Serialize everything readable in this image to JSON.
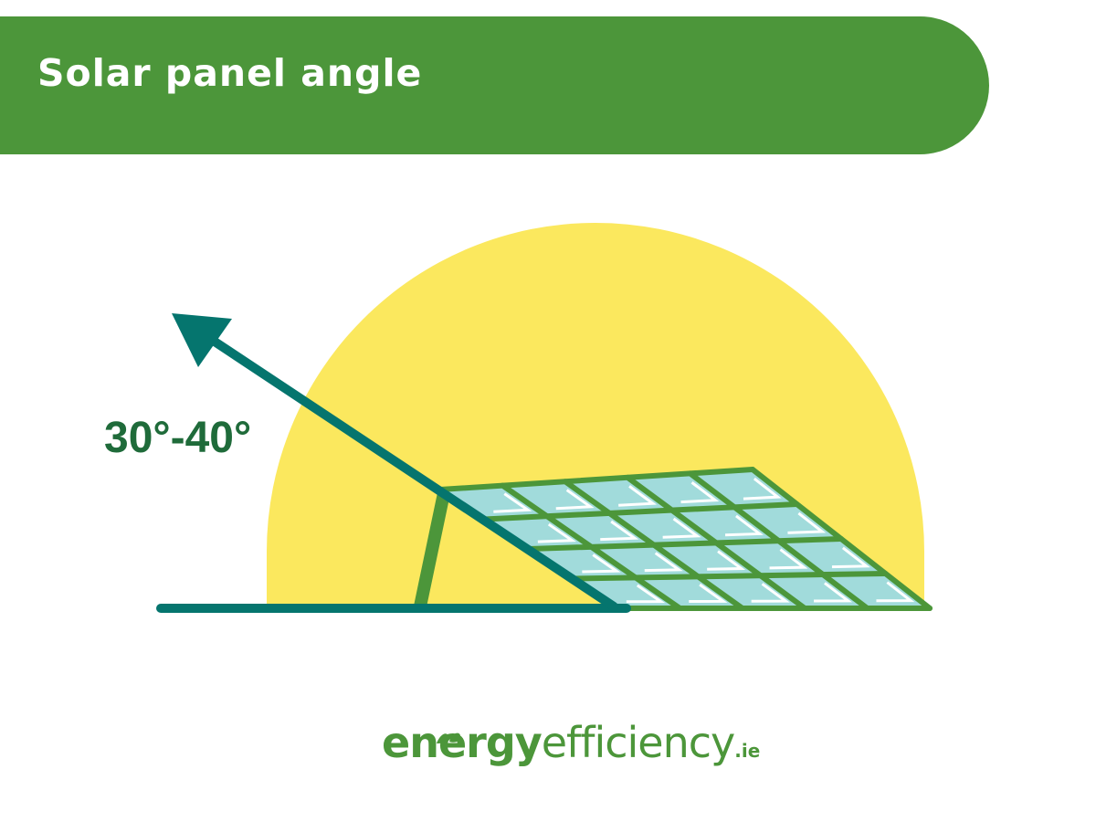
{
  "header": {
    "title": "Solar panel angle"
  },
  "diagram": {
    "angle_label": "30°-40°",
    "icons": [
      "sun-icon",
      "arrow-icon",
      "solar-panel-icon",
      "ground-line"
    ],
    "colors": {
      "banner": "#4c963a",
      "sun": "#fbe85e",
      "arrow": "#05756e",
      "panel_frame": "#4c963a",
      "panel_cell": "#a1dbdb",
      "label": "#1f6b3a"
    }
  },
  "logo": {
    "part_bold": "energy",
    "part_light": "efficiency",
    "tld": ".ie",
    "icon": "leaf-icon"
  }
}
